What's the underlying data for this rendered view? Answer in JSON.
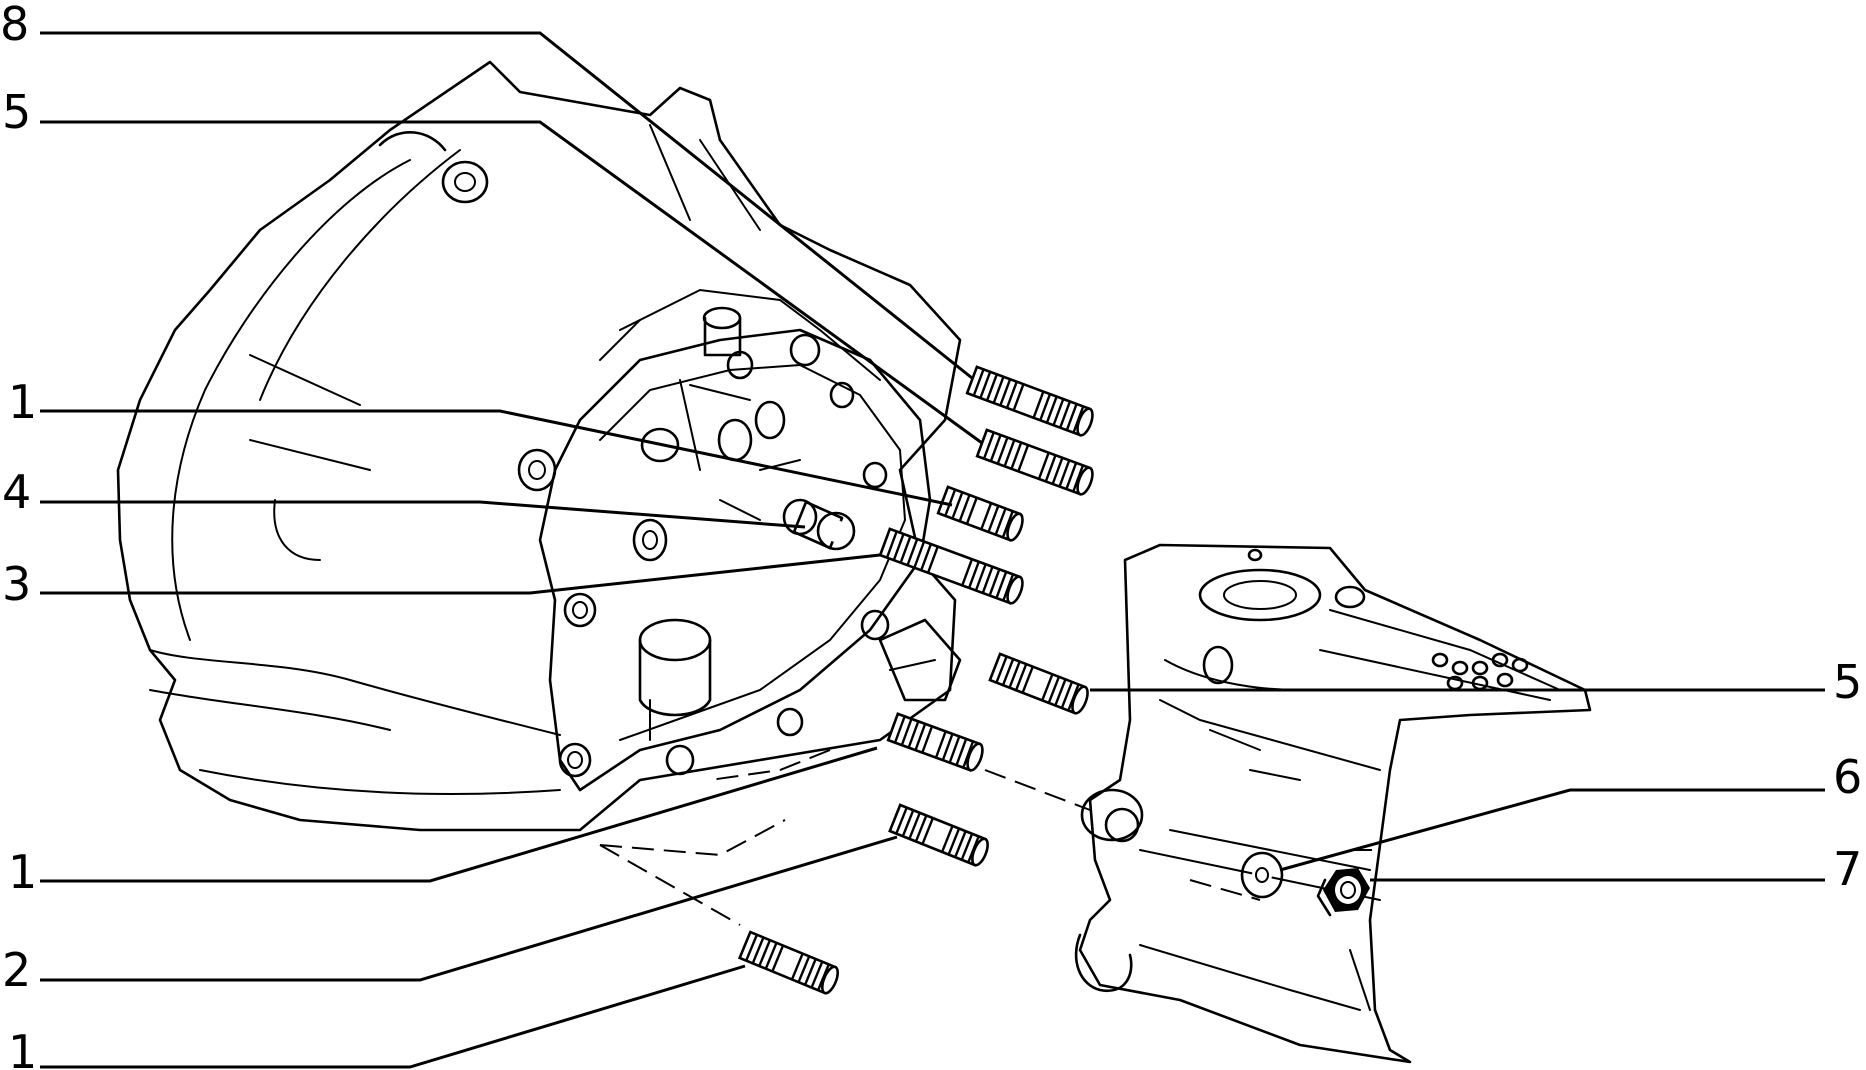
{
  "diagram": {
    "background": "#ffffff",
    "ink": "#000000",
    "callouts": [
      {
        "id": "c8-top",
        "label": "8"
      },
      {
        "id": "c5-top",
        "label": "5"
      },
      {
        "id": "c1-upper",
        "label": "1"
      },
      {
        "id": "c4",
        "label": "4"
      },
      {
        "id": "c3",
        "label": "3"
      },
      {
        "id": "c5-right",
        "label": "5"
      },
      {
        "id": "c6",
        "label": "6"
      },
      {
        "id": "c7",
        "label": "7"
      },
      {
        "id": "c1-lower",
        "label": "1"
      },
      {
        "id": "c2",
        "label": "2"
      },
      {
        "id": "c1-bottom",
        "label": "1"
      }
    ],
    "parts": {
      "left_housing": "gearbox-housing",
      "right_housing": "rear-cover",
      "studs": [
        "stud",
        "stud",
        "stud",
        "stud",
        "stud",
        "stud",
        "stud",
        "stud"
      ],
      "bushing": "bushing",
      "washer": "washer",
      "nut": "nut"
    }
  }
}
